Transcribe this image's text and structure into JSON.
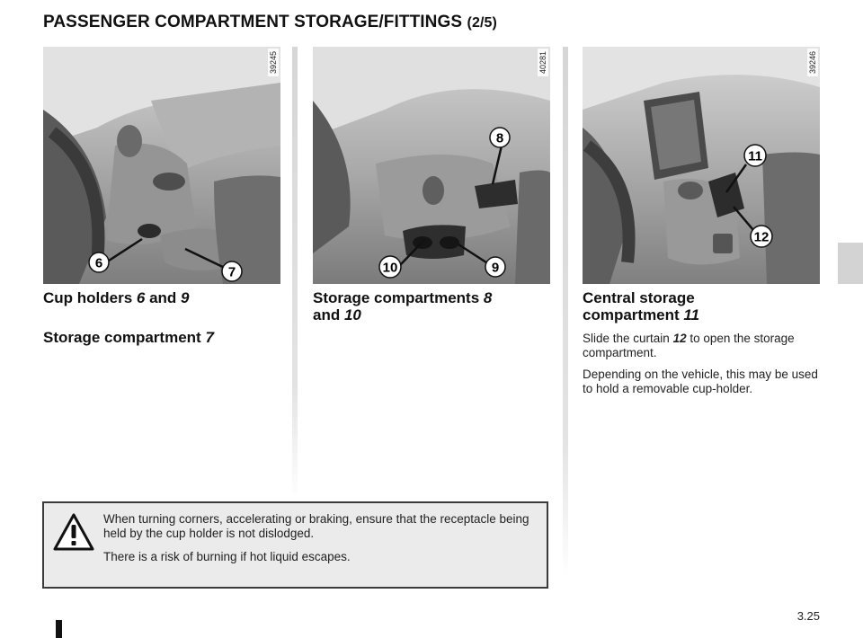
{
  "title": {
    "main": "PASSENGER COMPARTMENT STORAGE/FITTINGS",
    "suffix": "(2/5)"
  },
  "figures": [
    {
      "ref": "39245",
      "callouts": [
        "6",
        "7"
      ]
    },
    {
      "ref": "40281",
      "callouts": [
        "8",
        "10",
        "9"
      ]
    },
    {
      "ref": "39246",
      "callouts": [
        "11",
        "12"
      ]
    }
  ],
  "col1": {
    "cup_holders": {
      "text": "Cup holders ",
      "num1": "6",
      "and": " and ",
      "num2": "9"
    },
    "storage": {
      "text": "Storage compartment ",
      "num": "7"
    }
  },
  "col2": {
    "heading": {
      "text": "Storage compartments ",
      "num1": "8",
      "and": "and ",
      "num2": "10"
    }
  },
  "col3": {
    "heading": {
      "line1": "Central storage",
      "line2": "compartment ",
      "num": "11"
    },
    "para1": {
      "pre": "Slide the curtain ",
      "num": "12",
      "post": " to open the storage compartment."
    },
    "para2": "Depending on the vehicle, this may be used to hold a removable cup-holder."
  },
  "warning": {
    "icon": "warning-triangle-icon",
    "line1": "When turning corners, accelerating or braking, ensure that the receptacle being held by the cup holder is not dislodged.",
    "line2": "There is a risk of burning if hot liquid escapes."
  },
  "page_number": "3.25"
}
